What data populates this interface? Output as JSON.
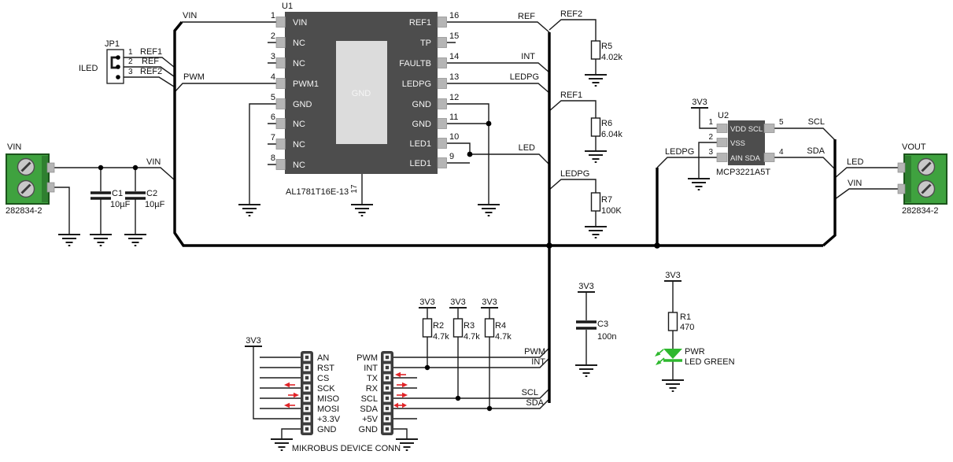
{
  "colors": {
    "chip_body": "#4d4d4d",
    "chip_pad": "#dcdcdc",
    "pin_stub": "#b5b5b5",
    "connector_green": "#3fa23f",
    "connector_border": "#1c531c",
    "arrow_red": "#e02428",
    "led_green": "#2eb82e",
    "wire": "#1a1a1a",
    "background": "#ffffff"
  },
  "labels": {
    "v33": "3V3"
  },
  "nets": {
    "vin": "VIN",
    "ref": "REF",
    "ref1": "REF1",
    "ref2": "REF2",
    "pwm": "PWM",
    "int": "INT",
    "ledpg": "LEDPG",
    "led": "LED",
    "scl": "SCL",
    "sda": "SDA"
  },
  "u1": {
    "ref": "U1",
    "part": "AL1781T16E-13",
    "pad": "GND",
    "pin17": "17",
    "left": [
      {
        "n": "1",
        "name": "VIN"
      },
      {
        "n": "2",
        "name": "NC"
      },
      {
        "n": "3",
        "name": "NC"
      },
      {
        "n": "4",
        "name": "PWM1"
      },
      {
        "n": "5",
        "name": "GND"
      },
      {
        "n": "6",
        "name": "NC"
      },
      {
        "n": "7",
        "name": "NC"
      },
      {
        "n": "8",
        "name": "NC"
      }
    ],
    "right": [
      {
        "n": "16",
        "name": "REF1"
      },
      {
        "n": "15",
        "name": "TP"
      },
      {
        "n": "14",
        "name": "FAULTB"
      },
      {
        "n": "13",
        "name": "LEDPG"
      },
      {
        "n": "12",
        "name": "GND"
      },
      {
        "n": "11",
        "name": "GND"
      },
      {
        "n": "10",
        "name": "LED1"
      },
      {
        "n": "9",
        "name": "LED1"
      }
    ]
  },
  "u2": {
    "ref": "U2",
    "part": "MCP3221A5T",
    "rows": [
      "VDD SCL",
      "VSS",
      "AIN SDA"
    ],
    "pins": {
      "p1": "1",
      "p2": "2",
      "p3": "3",
      "p4": "4",
      "p5": "5"
    }
  },
  "jp1": {
    "ref": "JP1",
    "side_label": "ILED",
    "pins": [
      "1",
      "2",
      "3"
    ]
  },
  "conn_vin": {
    "title": "VIN",
    "part": "282834-2"
  },
  "conn_vout": {
    "title": "VOUT",
    "part": "282834-2"
  },
  "resistors": {
    "r1": {
      "ref": "R1",
      "val": "470"
    },
    "r2": {
      "ref": "R2",
      "val": "4.7k"
    },
    "r3": {
      "ref": "R3",
      "val": "4.7k"
    },
    "r4": {
      "ref": "R4",
      "val": "4.7k"
    },
    "r5": {
      "ref": "R5",
      "val": "4.02k"
    },
    "r6": {
      "ref": "R6",
      "val": "6.04k"
    },
    "r7": {
      "ref": "R7",
      "val": "100K"
    }
  },
  "capacitors": {
    "c1": {
      "ref": "C1",
      "val": "10µF"
    },
    "c2": {
      "ref": "C2",
      "val": "10µF"
    },
    "c3": {
      "ref": "C3",
      "val": "100n"
    }
  },
  "pwr_led": {
    "line1": "PWR",
    "line2": "LED GREEN"
  },
  "mikrobus": {
    "title": "MIKROBUS DEVICE CONN",
    "left": [
      "AN",
      "RST",
      "CS",
      "SCK",
      "MISO",
      "MOSI",
      "+3.3V",
      "GND"
    ],
    "right": [
      "PWM",
      "INT",
      "TX",
      "RX",
      "SCL",
      "SDA",
      "+5V",
      "GND"
    ]
  }
}
